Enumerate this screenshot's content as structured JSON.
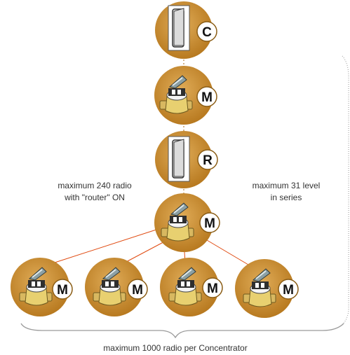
{
  "colors": {
    "node_fill": "#c88a2a",
    "node_fill_light": "#d9a04a",
    "badge_fill": "#ffffff",
    "badge_stroke": "#8a5c14",
    "link_orange": "#e04a10",
    "link_dots": "#b8823c",
    "brace": "#9a9a9a"
  },
  "nodes": {
    "concentrator": {
      "badge": "C",
      "icon": "concentrator-device-icon"
    },
    "meter": {
      "badge": "M",
      "icon": "water-meter-icon"
    },
    "repeater": {
      "badge": "R",
      "icon": "repeater-device-icon"
    }
  },
  "labels": {
    "router_line1": "maximum 240 radio",
    "router_line2": "with \"router\" ON",
    "levels_line1": "maximum 31 level",
    "levels_line2": "in series",
    "footer": "maximum 1000 radio per Concentrator"
  }
}
